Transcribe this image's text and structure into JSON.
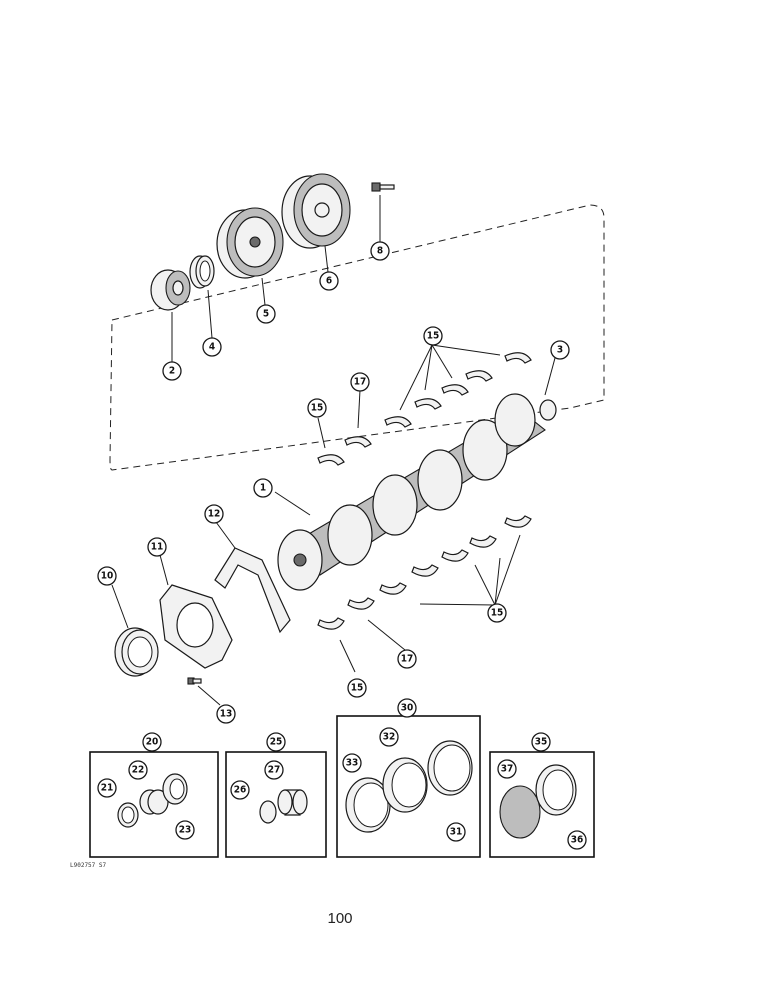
{
  "figure": {
    "reference_code": "L902757 S7",
    "page_number": "100"
  },
  "callouts": {
    "c1": "1",
    "c2": "2",
    "c3": "3",
    "c4": "4",
    "c5": "5",
    "c6": "6",
    "c8": "8",
    "c10": "10",
    "c11": "11",
    "c12": "12",
    "c13": "13",
    "c15a": "15",
    "c15b": "15",
    "c15c": "15",
    "c15d": "15",
    "c17a": "17",
    "c17b": "17",
    "c20": "20",
    "c21": "21",
    "c22": "22",
    "c23": "23",
    "c25": "25",
    "c26": "26",
    "c27": "27",
    "c30": "30",
    "c31": "31",
    "c32": "32",
    "c33": "33",
    "c35": "35",
    "c36": "36",
    "c37": "37"
  }
}
